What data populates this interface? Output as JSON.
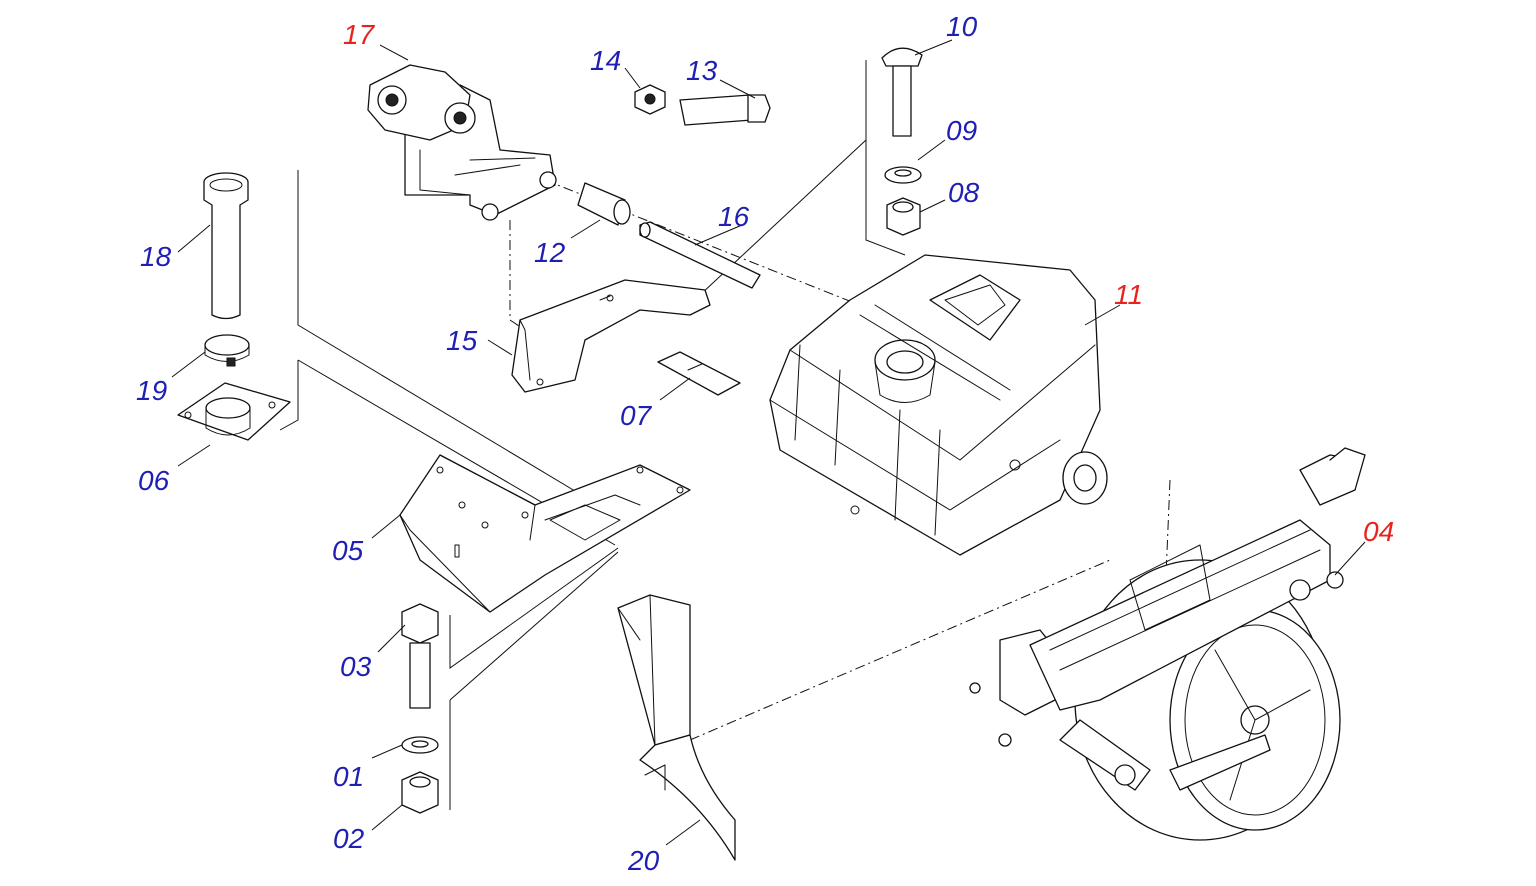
{
  "diagram": {
    "labels": [
      {
        "id": "01",
        "text": "01",
        "color": "#1f1fb4"
      },
      {
        "id": "02",
        "text": "02",
        "color": "#1f1fb4"
      },
      {
        "id": "03",
        "text": "03",
        "color": "#1f1fb4"
      },
      {
        "id": "04",
        "text": "04",
        "color": "#e8231e"
      },
      {
        "id": "05",
        "text": "05",
        "color": "#1f1fb4"
      },
      {
        "id": "06",
        "text": "06",
        "color": "#1f1fb4"
      },
      {
        "id": "07",
        "text": "07",
        "color": "#1f1fb4"
      },
      {
        "id": "08",
        "text": "08",
        "color": "#1f1fb4"
      },
      {
        "id": "09",
        "text": "09",
        "color": "#1f1fb4"
      },
      {
        "id": "10",
        "text": "10",
        "color": "#1f1fb4"
      },
      {
        "id": "11",
        "text": "11",
        "color": "#e8231e"
      },
      {
        "id": "12",
        "text": "12",
        "color": "#1f1fb4"
      },
      {
        "id": "13",
        "text": "13",
        "color": "#1f1fb4"
      },
      {
        "id": "14",
        "text": "14",
        "color": "#1f1fb4"
      },
      {
        "id": "15",
        "text": "15",
        "color": "#1f1fb4"
      },
      {
        "id": "16",
        "text": "16",
        "color": "#1f1fb4"
      },
      {
        "id": "17",
        "text": "17",
        "color": "#e8231e"
      },
      {
        "id": "18",
        "text": "18",
        "color": "#1f1fb4"
      },
      {
        "id": "19",
        "text": "19",
        "color": "#1f1fb4"
      },
      {
        "id": "20",
        "text": "20",
        "color": "#1f1fb4"
      }
    ]
  }
}
